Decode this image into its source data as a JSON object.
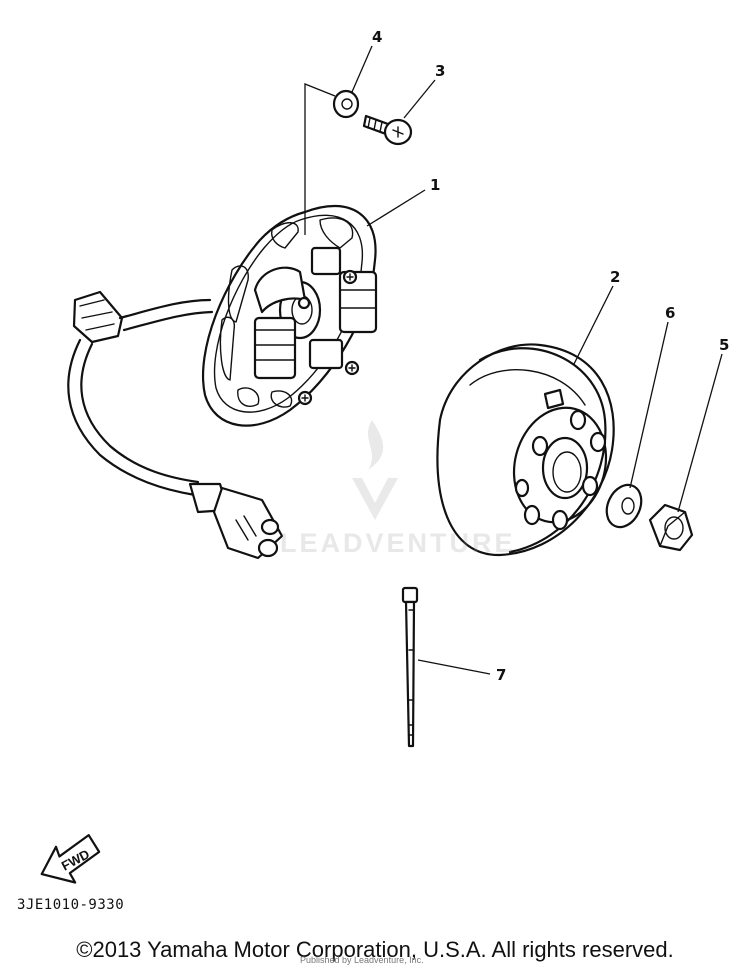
{
  "callouts": [
    "1",
    "2",
    "3",
    "4",
    "5",
    "6",
    "7"
  ],
  "fwd_label": "FWD",
  "part_code": "3JE1010-9330",
  "copyright": "©2013 Yamaha Motor Corporation, U.S.A. All rights reserved.",
  "sub_credit": "Published by Leadventure, Inc.",
  "watermark": "LEADVENTURE",
  "colors": {
    "ink": "#111111",
    "background": "#ffffff",
    "watermark": "#969696"
  }
}
